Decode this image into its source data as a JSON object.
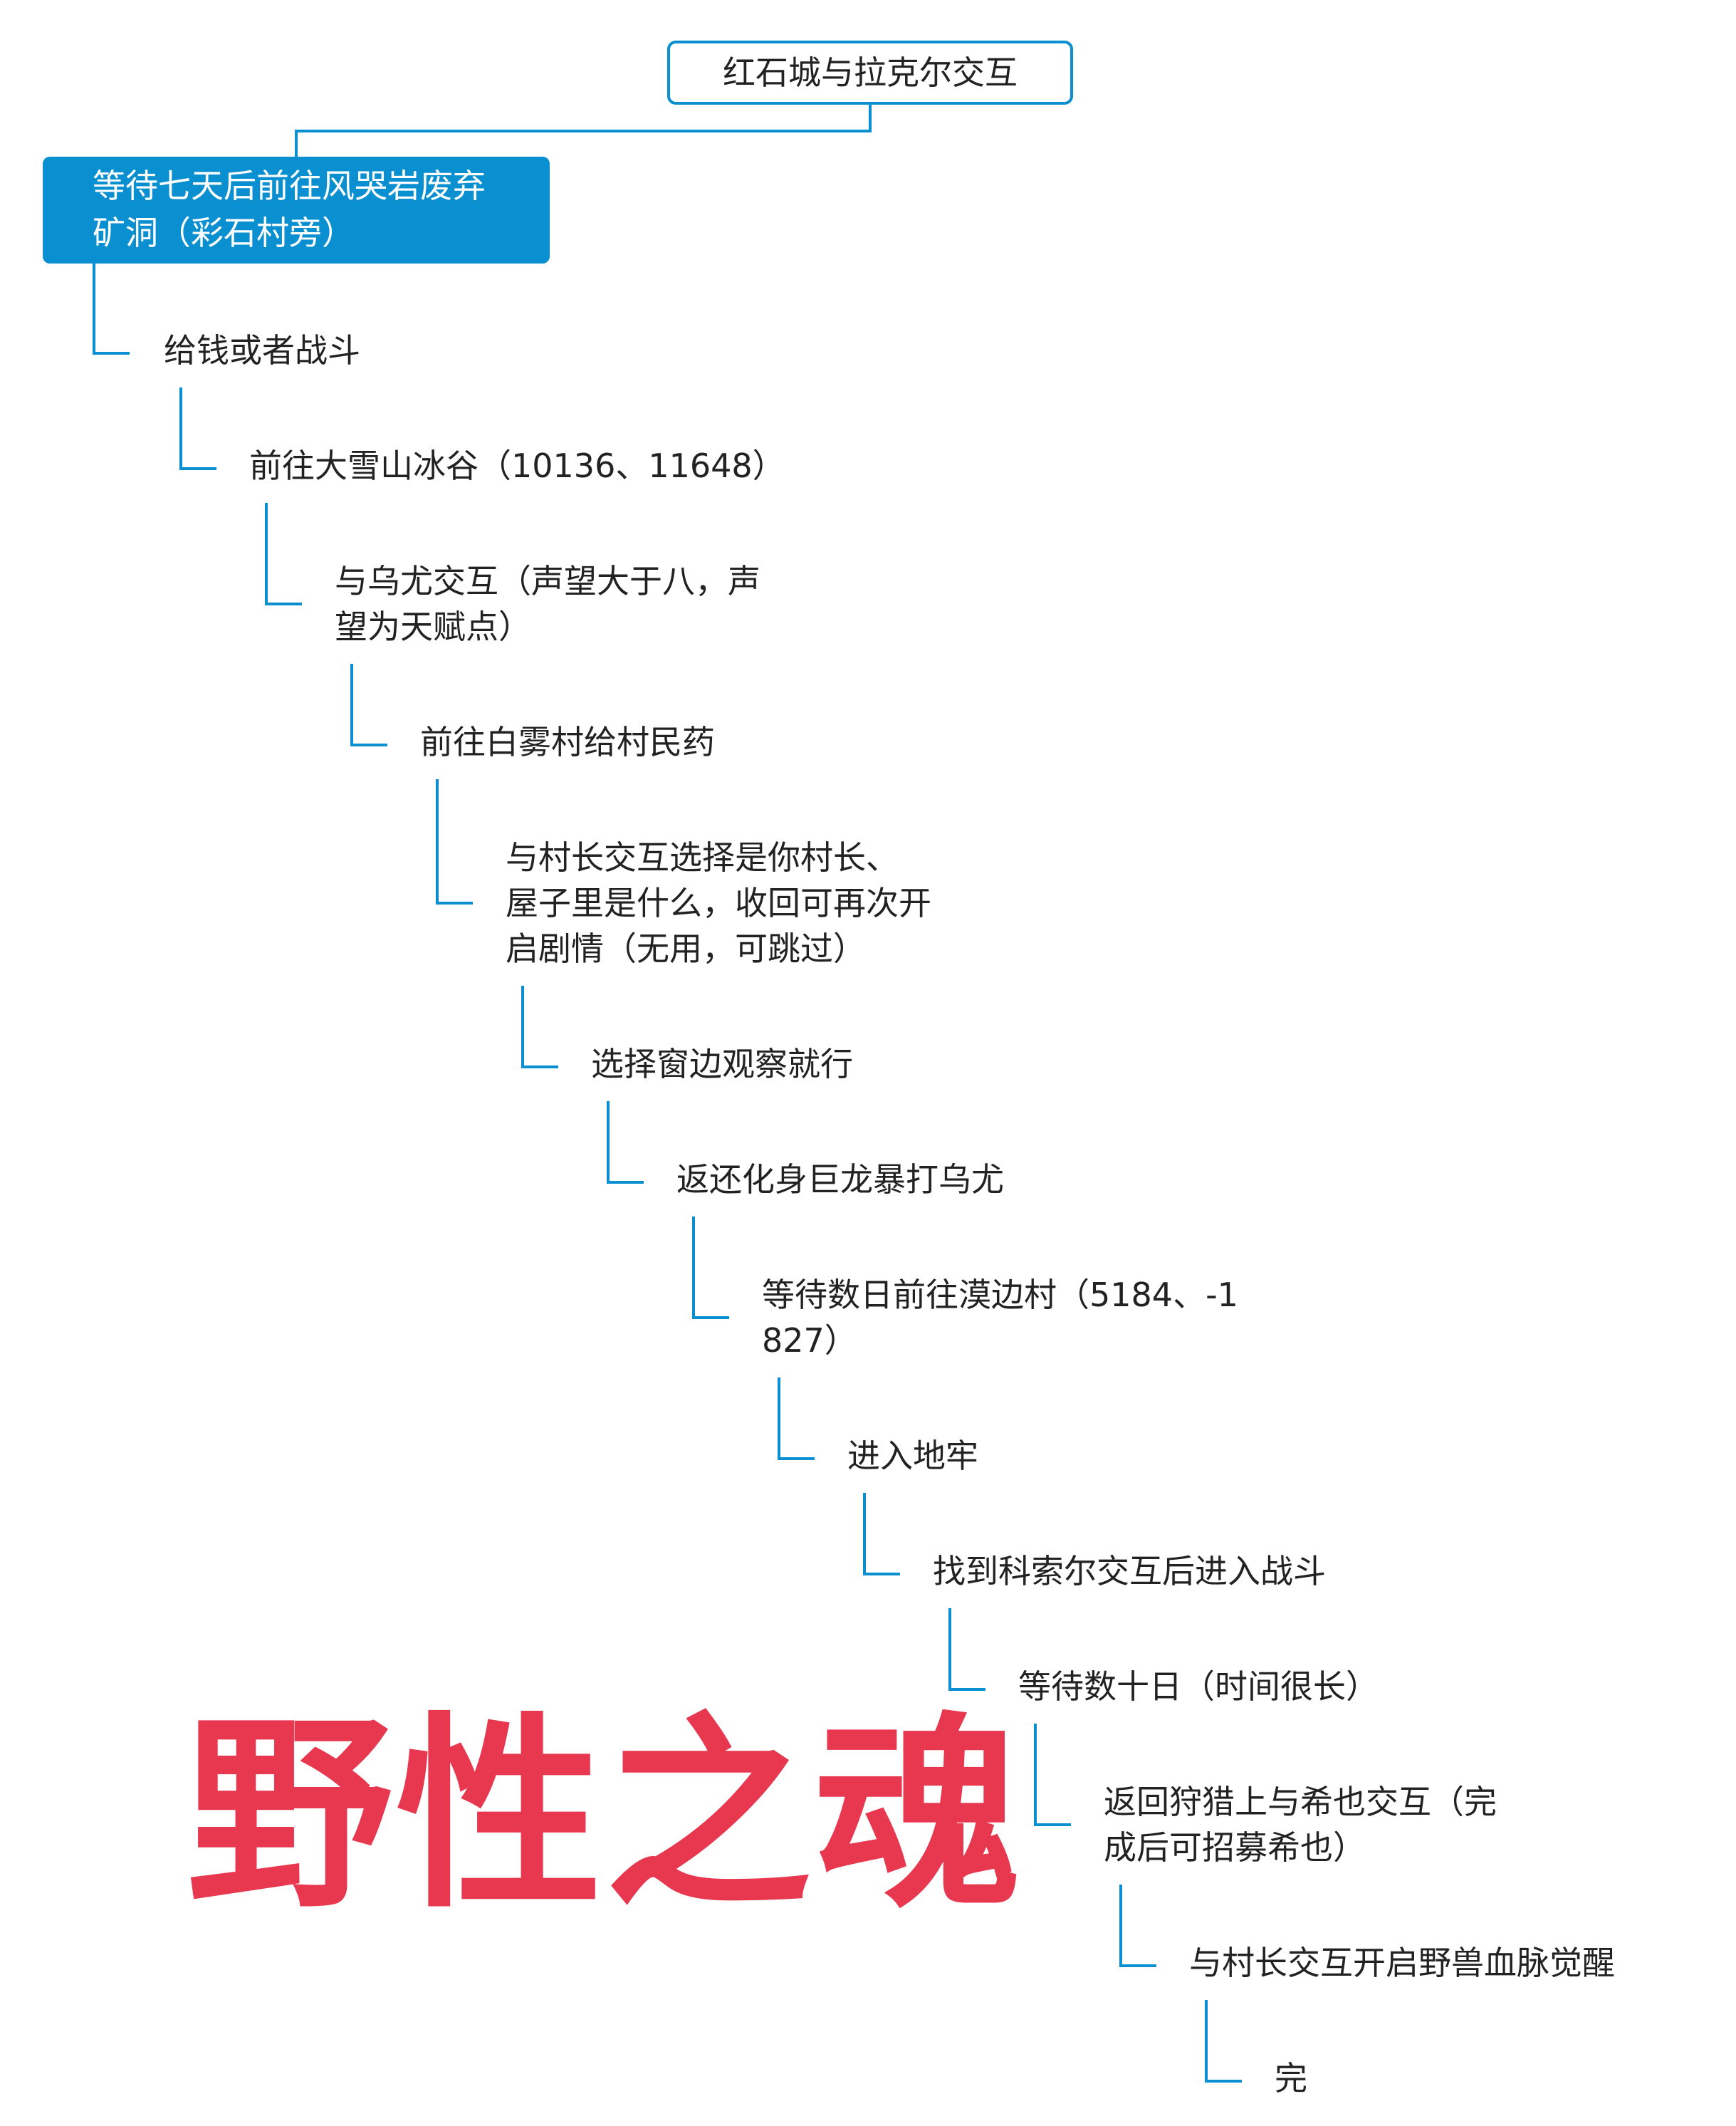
{
  "diagram": {
    "root": "红石城与拉克尔交互",
    "primary_lines": [
      "等待七天后前往风哭岩废弃",
      "矿洞（彩石村旁）"
    ],
    "steps": [
      {
        "lines": [
          "给钱或者战斗"
        ]
      },
      {
        "lines": [
          "前往大雪山冰谷（10136、11648）"
        ]
      },
      {
        "lines": [
          "与乌尤交互（声望大于八，声",
          "望为天赋点）"
        ]
      },
      {
        "lines": [
          "前往白雾村给村民药"
        ]
      },
      {
        "lines": [
          "与村长交互选择是你村长、",
          "屋子里是什么，收回可再次开",
          "启剧情（无用，可跳过）"
        ]
      },
      {
        "lines": [
          "选择窗边观察就行"
        ]
      },
      {
        "lines": [
          "返还化身巨龙暴打乌尤"
        ]
      },
      {
        "lines": [
          "等待数日前往漠边村（5184、-1",
          "827）"
        ]
      },
      {
        "lines": [
          "进入地牢"
        ]
      },
      {
        "lines": [
          "找到科索尔交互后进入战斗"
        ]
      },
      {
        "lines": [
          "等待数十日（时间很长）"
        ]
      },
      {
        "lines": [
          "返回狩猎上与希也交互（完",
          "成后可招募希也）"
        ]
      },
      {
        "lines": [
          "与村长交互开启野兽血脉觉醒"
        ]
      },
      {
        "lines": [
          "完"
        ]
      }
    ],
    "line_color": "#0a8fd1"
  },
  "watermark": "野性之魂",
  "watermark_color": "#e8384f"
}
